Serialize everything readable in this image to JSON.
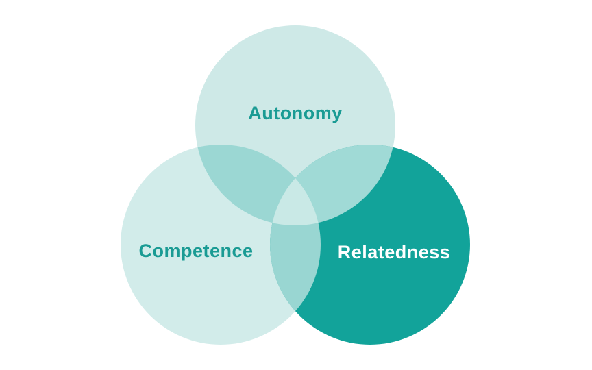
{
  "page": {
    "background": "#ffffff",
    "description": "Three-circle Venn diagram of basic psychological needs"
  },
  "venn": {
    "type": "venn-diagram",
    "sets": [
      {
        "id": "autonomy",
        "label": "Autonomy",
        "position": "top",
        "fill": "#cee9e7",
        "label_color": "#1a9b94"
      },
      {
        "id": "competence",
        "label": "Competence",
        "position": "bottom-left",
        "fill": "#d2ecea",
        "label_color": "#1a9b94"
      },
      {
        "id": "relatedness",
        "label": "Relatedness",
        "position": "bottom-right",
        "fill": "#12a39a",
        "label_color": "#ffffff"
      }
    ],
    "overlaps": {
      "autonomy_competence": "#9bd7d3",
      "autonomy_relatedness": "#a0dad6",
      "competence_relatedness": "#99d6d2",
      "center": "#c9e9e6"
    }
  }
}
